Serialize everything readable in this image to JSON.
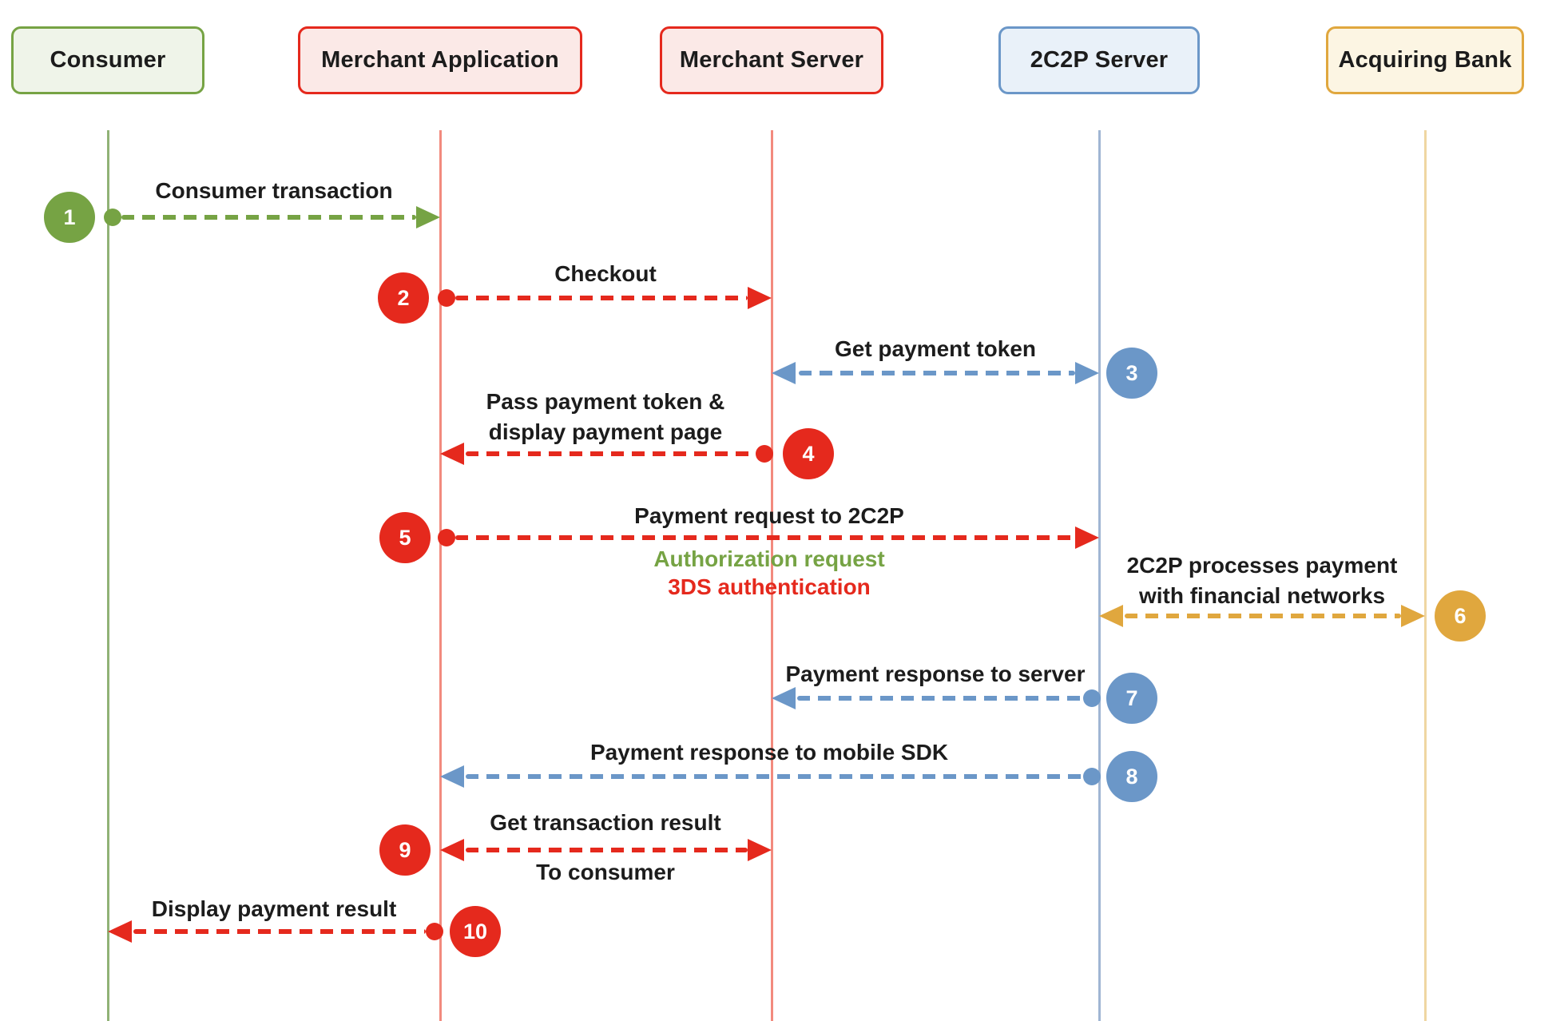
{
  "diagram_type": "sequence-diagram",
  "colors": {
    "green": "#76a344",
    "red": "#e5291d",
    "blue": "#6b97c8",
    "gold": "#e0a73e",
    "label_text": "#1c1c1c",
    "background": "#ffffff"
  },
  "actors": [
    {
      "name": "Consumer",
      "color": "green"
    },
    {
      "name": "Merchant Application",
      "color": "red"
    },
    {
      "name": "Merchant Server",
      "color": "red"
    },
    {
      "name": "2C2P Server",
      "color": "blue"
    },
    {
      "name": "Acquiring Bank",
      "color": "gold"
    }
  ],
  "messages": [
    {
      "num": "1",
      "label": "Consumer transaction",
      "from": "Consumer",
      "to": "Merchant Application",
      "color": "green",
      "arrow": "right"
    },
    {
      "num": "2",
      "label": "Checkout",
      "from": "Merchant Application",
      "to": "Merchant Server",
      "color": "red",
      "arrow": "right"
    },
    {
      "num": "3",
      "label": "Get payment token",
      "from": "Merchant Server",
      "to": "2C2P Server",
      "color": "blue",
      "arrow": "both"
    },
    {
      "num": "4",
      "label_line1": "Pass payment token &",
      "label_line2": "display payment page",
      "from": "Merchant Server",
      "to": "Merchant Application",
      "color": "red",
      "arrow": "left"
    },
    {
      "num": "5",
      "label": "Payment request to 2C2P",
      "sublabel_green": "Authorization request",
      "sublabel_red": "3DS authentication",
      "from": "Merchant Application",
      "to": "2C2P Server",
      "color": "red",
      "arrow": "right"
    },
    {
      "num": "6",
      "label_line1": "2C2P processes payment",
      "label_line2": "with financial networks",
      "from": "2C2P Server",
      "to": "Acquiring Bank",
      "color": "gold",
      "arrow": "both"
    },
    {
      "num": "7",
      "label": "Payment response to server",
      "from": "2C2P Server",
      "to": "Merchant Server",
      "color": "blue",
      "arrow": "left"
    },
    {
      "num": "8",
      "label": "Payment response to mobile SDK",
      "from": "2C2P Server",
      "to": "Merchant Application",
      "color": "blue",
      "arrow": "left"
    },
    {
      "num": "9",
      "label": "Get transaction result",
      "sublabel_below": "To consumer",
      "from": "Merchant Application",
      "to": "Merchant Server",
      "color": "red",
      "arrow": "both"
    },
    {
      "num": "10",
      "label": "Display payment result",
      "from": "Merchant Application",
      "to": "Consumer",
      "color": "red",
      "arrow": "left"
    }
  ]
}
